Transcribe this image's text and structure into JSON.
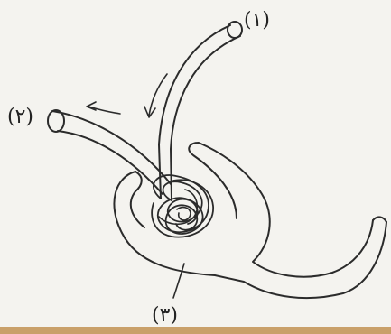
{
  "labels": {
    "tube_1": "(۱)",
    "tube_2": "(۲)",
    "structure_3": "(۳)"
  },
  "colors": {
    "paper": "#f4f3ef",
    "ink": "#2b2b2b",
    "bottom_strip": "#c9a06a"
  }
}
